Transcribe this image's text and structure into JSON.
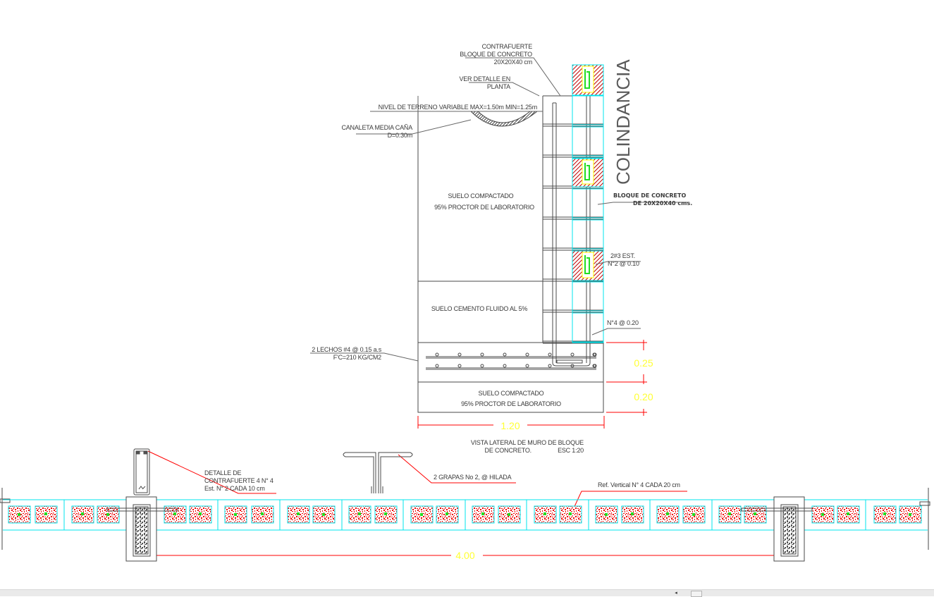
{
  "drawing": {
    "title_vertical": "COLINDANCIA",
    "labels": {
      "contrafuerte_1": "CONTRAFUERTE",
      "contrafuerte_2": "BLOQUE DE CONCRETO",
      "contrafuerte_3": "20X20X40 cm",
      "ver_detalle_1": "VER DETALLE EN",
      "ver_detalle_2": "PLANTA",
      "nivel_terreno": "NIVEL DE TERRENO VARIABLE MAX=1.50m MIN=1.25m",
      "canaleta_1": "CANALETA MEDIA CAÑA",
      "canaleta_2": "D=0.30m",
      "suelo_comp_1": "SUELO COMPACTADO",
      "suelo_comp_2": "95% PROCTOR DE LABORATORIO",
      "suelo_cemento": "SUELO CEMENTO FLUIDO AL 5%",
      "bloque_1": "BLOQUE DE CONCRETO",
      "bloque_2": "DE 20X20X40 cms.",
      "est_1": "2#3 EST.",
      "est_2": "N°2 @ 0.10",
      "n4": "N°4 @ 0.20",
      "lechos_1": "2 LECHOS #4 @ 0.15 a.s",
      "lechos_2": "F'C=210 KG/CM2",
      "suelo_base_1": "SUELO COMPACTADO",
      "suelo_base_2": "95% PROCTOR DE LABORATORIO",
      "vista_1": "VISTA LATERAL DE MURO DE BLOQUE",
      "vista_2": "DE CONCRETO.",
      "vista_scale": "ESC 1:20",
      "detalle_1": "DETALLE DE",
      "detalle_2": "CONTRAFUERTE  4 N° 4",
      "detalle_3": "Est. N° 2 CADA 10 cm",
      "grapas": "2 GRAPAS No 2, @ HILADA",
      "ref_vertical": "Ref. Vertical N° 4 CADA 20 cm"
    },
    "dimensions": {
      "footing_height": "0.25",
      "base_height": "0.20",
      "footing_width": "1.20",
      "buttress_spacing": "4.00"
    },
    "colors": {
      "line": "#4a4a4a",
      "block_outline": "#00e5ee",
      "hatch": "#e00000",
      "rebar": "#22dd22",
      "dimension_line": "#ff0000",
      "dimension_text": "#ffff33",
      "highlight": "#ffff00"
    }
  },
  "statusbar": {
    "scroll_left_icon": "◂"
  }
}
